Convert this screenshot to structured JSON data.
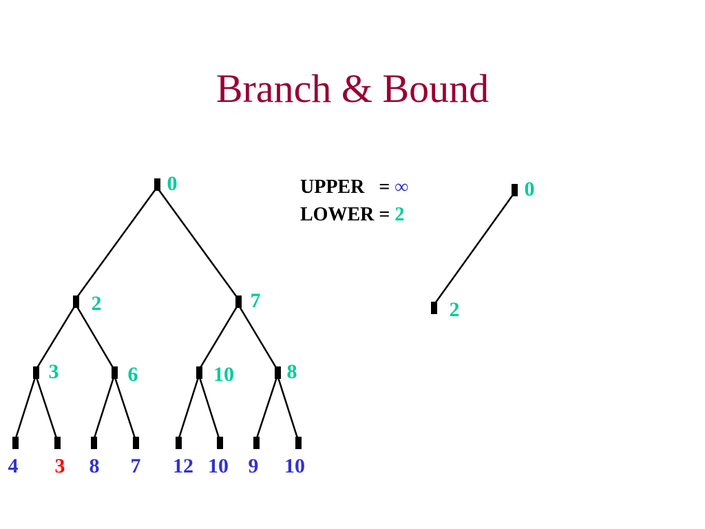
{
  "title": "Branch & Bound",
  "bounds": {
    "upper_label": "UPPER   = ",
    "upper_value": "∞",
    "lower_label": "LOWER = ",
    "lower_value": "2"
  },
  "colors": {
    "title": "#990033",
    "internal_label": "#00cc99",
    "leaf_label": "#3333cc",
    "highlight_label": "#ff0000",
    "infinity": "#3333cc",
    "edge": "#000000"
  },
  "full_tree": {
    "nodes": [
      {
        "id": "n0",
        "label": "0"
      },
      {
        "id": "n1",
        "label": "2"
      },
      {
        "id": "n2",
        "label": "7"
      },
      {
        "id": "n3",
        "label": "3"
      },
      {
        "id": "n4",
        "label": "6"
      },
      {
        "id": "n5",
        "label": "10"
      },
      {
        "id": "n6",
        "label": "8"
      },
      {
        "id": "l0",
        "label": "4"
      },
      {
        "id": "l1",
        "label": "3",
        "highlight": true
      },
      {
        "id": "l2",
        "label": "8"
      },
      {
        "id": "l3",
        "label": "7"
      },
      {
        "id": "l4",
        "label": "12"
      },
      {
        "id": "l5",
        "label": "10"
      },
      {
        "id": "l6",
        "label": "9"
      },
      {
        "id": "l7",
        "label": "10"
      }
    ],
    "edges": [
      [
        "n0",
        "n1"
      ],
      [
        "n0",
        "n2"
      ],
      [
        "n1",
        "n3"
      ],
      [
        "n1",
        "n4"
      ],
      [
        "n2",
        "n5"
      ],
      [
        "n2",
        "n6"
      ],
      [
        "n3",
        "l0"
      ],
      [
        "n3",
        "l1"
      ],
      [
        "n4",
        "l2"
      ],
      [
        "n4",
        "l3"
      ],
      [
        "n5",
        "l4"
      ],
      [
        "n5",
        "l5"
      ],
      [
        "n6",
        "l6"
      ],
      [
        "n6",
        "l7"
      ]
    ]
  },
  "partial_tree": {
    "nodes": [
      {
        "id": "p0",
        "label": "0"
      },
      {
        "id": "p1",
        "label": "2"
      }
    ],
    "edges": [
      [
        "p0",
        "p1"
      ]
    ]
  }
}
